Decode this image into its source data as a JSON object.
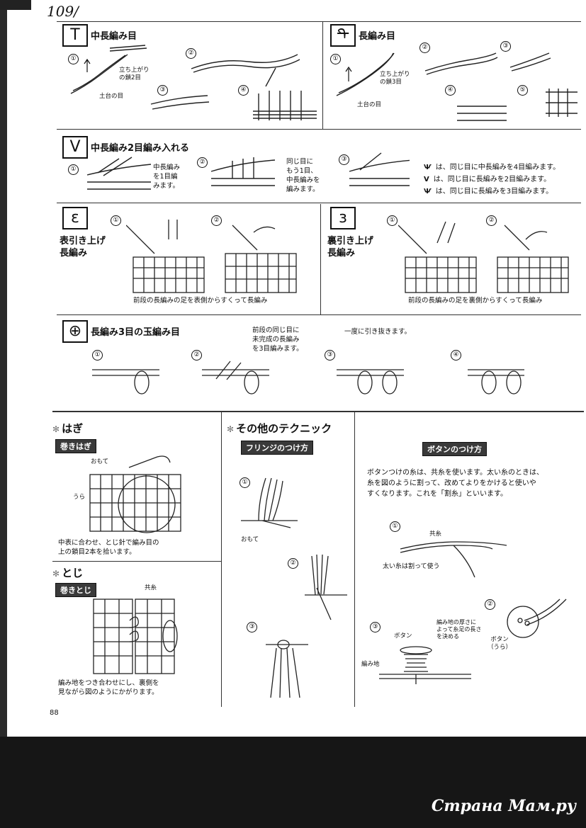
{
  "handwritten_number": "109/",
  "page_number": "88",
  "watermark": "Страна Мам.ру",
  "section1": {
    "title_left": "中長編み目",
    "title_right": "長編み目",
    "left_steps": [
      "①",
      "②",
      "③",
      "④"
    ],
    "right_steps": [
      "①",
      "②",
      "③",
      "④",
      "⑤"
    ],
    "left_note_chain": "立ち上がり\nの鎖2目",
    "left_note_base": "土台の目",
    "right_note_chain": "立ち上がり\nの鎖3目",
    "right_note_base": "土台の目"
  },
  "section2": {
    "title": "中長編み2目編み入れる",
    "steps": [
      "①",
      "②",
      "③"
    ],
    "note1": "中長編み\nを1目編\nみます。",
    "note2": "同じ目に\nもう1目、\n中長編みを\n編みます。",
    "legend": [
      {
        "symbol": "Ѱ",
        "text": "は、同じ目に中長編みを4目編みます。"
      },
      {
        "symbol": "V",
        "text": "は、同じ目に長編みを2目編みます。"
      },
      {
        "symbol": "Ѱ",
        "text": "は、同じ目に長編みを3目編みます。"
      }
    ]
  },
  "section3": {
    "left_title": "表引き上げ\n長編み",
    "right_title": "裏引き上げ\n長編み",
    "left_caption": "前段の長編みの足を表側からすくって長編み",
    "right_caption": "前段の長編みの足を裏側からすくって長編み",
    "steps": [
      "①",
      "②"
    ]
  },
  "section4": {
    "title": "長編み3目の玉編み目",
    "note1": "前段の同じ目に\n未完成の長編み\nを3目編みます。",
    "note2": "一度に引き抜きます。",
    "steps": [
      "①",
      "②",
      "③",
      "④"
    ]
  },
  "hagi": {
    "heading": "はぎ",
    "tag": "巻きはぎ",
    "label_omote": "おもて",
    "label_ura": "うら",
    "caption": "中表に合わせ、とじ針で編み目の\n上の鎖目2本を拾います。"
  },
  "toji": {
    "heading": "とじ",
    "tag": "巻きとじ",
    "label_yarn": "共糸",
    "caption": "編み地をつき合わせにし、裏側を\n見ながら図のようにかがります。"
  },
  "other": {
    "heading": "その他のテクニック",
    "fringe_tag": "フリンジのつけ方",
    "fringe_steps": [
      "①",
      "②",
      "③"
    ],
    "fringe_label": "おもて"
  },
  "button": {
    "tag": "ボタンのつけ方",
    "intro": "ボタンつけの糸は、共糸を使います。太い糸のときは、\n糸を図のように割って、改めてよりをかけると使いや\nすくなります。これを「割糸」といいます。",
    "steps": [
      "①",
      "②",
      "③"
    ],
    "label_yarn": "共糸",
    "label_split": "太い糸は割って使う",
    "label_button": "ボタン",
    "label_back": "ボタン\n（うら）",
    "label_fabric": "編み地",
    "label_length": "編み地の厚さに\nよって糸足の長さ\nを決める"
  }
}
